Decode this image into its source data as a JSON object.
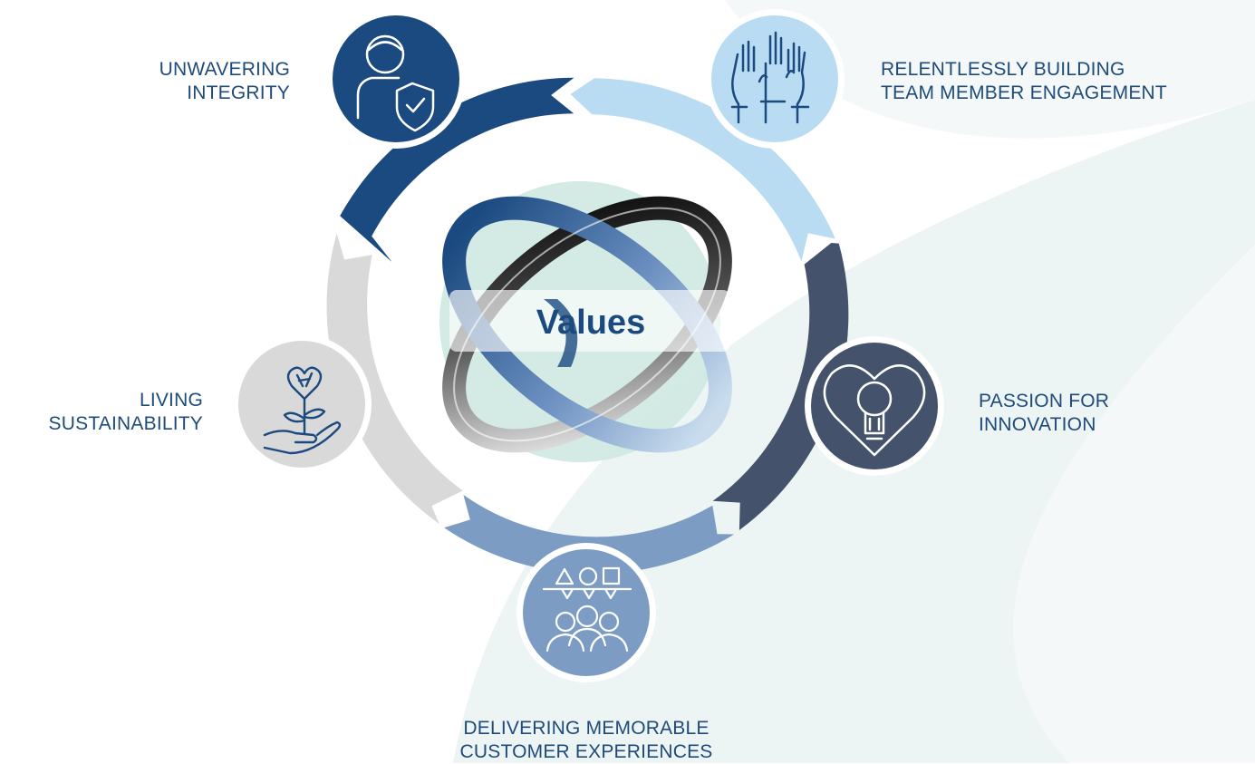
{
  "center": {
    "title": "Values"
  },
  "values": [
    {
      "id": "integrity",
      "lines": [
        "UNWAVERING",
        "INTEGRITY"
      ],
      "icon": "person-shield-check-icon",
      "color": "#1b4a80"
    },
    {
      "id": "engagement",
      "lines": [
        "RELENTLESSLY BUILDING",
        "TEAM MEMBER ENGAGEMENT"
      ],
      "icon": "raised-hands-icon",
      "color": "#b9dcf3"
    },
    {
      "id": "innovation",
      "lines": [
        "PASSION FOR",
        "INNOVATION"
      ],
      "icon": "heart-lightbulb-icon",
      "color": "#44536b"
    },
    {
      "id": "customer",
      "lines": [
        "DELIVERING MEMORABLE",
        "CUSTOMER EXPERIENCES"
      ],
      "icon": "people-speech-shapes-icon",
      "color": "#7c9cc4"
    },
    {
      "id": "sustainability",
      "lines": [
        "LIVING",
        "SUSTAINABILITY"
      ],
      "icon": "hand-plant-heart-icon",
      "color": "#d9d9d9"
    }
  ],
  "colors": {
    "text": "#1e4b7a",
    "background_swoosh": "#edf4f4",
    "center_disc": "#cfe8e2"
  }
}
